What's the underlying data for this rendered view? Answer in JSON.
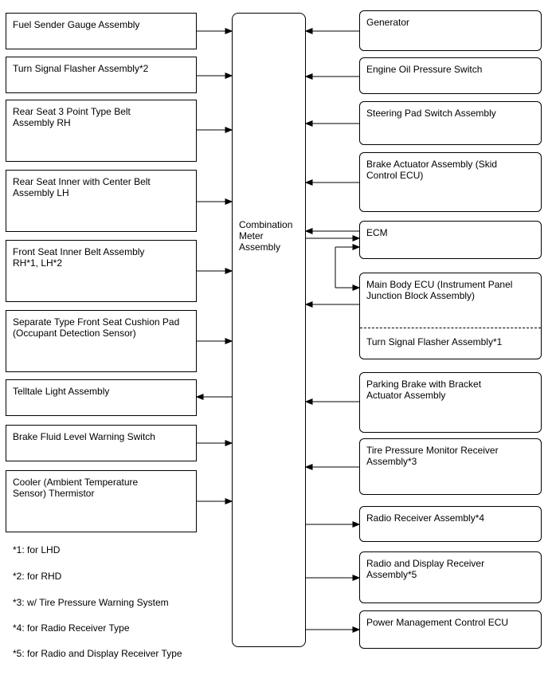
{
  "center_label": "Combination Meter Assembly",
  "left_components": [
    {
      "id": "fuel-sender",
      "label": "Fuel Sender Gauge Assembly",
      "direction": "to-meter"
    },
    {
      "id": "turn-signal-flasher-2",
      "label": "Turn Signal Flasher Assembly*2",
      "direction": "to-meter"
    },
    {
      "id": "rear-seat-3pt-belt-rh",
      "label": "Rear Seat 3 Point Type Belt Assembly RH",
      "direction": "to-meter"
    },
    {
      "id": "rear-seat-inner-belt-lh",
      "label": "Rear Seat Inner with Center Belt Assembly LH",
      "direction": "to-meter"
    },
    {
      "id": "front-seat-inner-belt",
      "label": "Front Seat Inner Belt Assembly RH*1, LH*2",
      "direction": "to-meter"
    },
    {
      "id": "front-seat-cushion-pad",
      "label": "Separate Type Front Seat Cushion Pad (Occupant Detection Sensor)",
      "direction": "to-meter"
    },
    {
      "id": "telltale-light",
      "label": "Telltale Light Assembly",
      "direction": "from-meter"
    },
    {
      "id": "brake-fluid-switch",
      "label": "Brake Fluid Level Warning Switch",
      "direction": "to-meter"
    },
    {
      "id": "cooler-thermistor",
      "label": "Cooler (Ambient Temperature Sensor) Thermistor",
      "direction": "to-meter"
    }
  ],
  "right_components": [
    {
      "id": "generator",
      "label": "Generator",
      "direction": "to-meter"
    },
    {
      "id": "engine-oil-pressure-switch",
      "label": "Engine Oil Pressure Switch",
      "direction": "to-meter"
    },
    {
      "id": "steering-pad-switch",
      "label": "Steering Pad Switch Assembly",
      "direction": "to-meter"
    },
    {
      "id": "brake-actuator",
      "label": "Brake Actuator Assembly (Skid Control ECU)",
      "direction": "to-meter"
    },
    {
      "id": "ecm",
      "label": "ECM",
      "direction": "bidirectional"
    },
    {
      "id": "main-body-ecu",
      "label": "Main Body ECU (Instrument Panel Junction Block Assembly)",
      "sub_label": "Turn Signal Flasher Assembly*1",
      "direction": "to-meter"
    },
    {
      "id": "parking-brake",
      "label": "Parking Brake with Bracket Actuator Assembly",
      "direction": "to-meter"
    },
    {
      "id": "tire-pressure-receiver",
      "label": "Tire Pressure Monitor Receiver Assembly*3",
      "direction": "to-meter"
    },
    {
      "id": "radio-receiver",
      "label": "Radio Receiver Assembly*4",
      "direction": "from-meter"
    },
    {
      "id": "radio-display-receiver",
      "label": "Radio and Display Receiver Assembly*5",
      "direction": "from-meter"
    },
    {
      "id": "power-management-ecu",
      "label": "Power Management Control ECU",
      "direction": "from-meter"
    }
  ],
  "connections_extra": [
    {
      "from": "ecm",
      "to": "main-body-ecu",
      "type": "bidirectional"
    }
  ],
  "notes": [
    "*1: for LHD",
    "*2: for RHD",
    "*3: w/ Tire Pressure Warning System",
    "*4: for Radio Receiver Type",
    "*5: for Radio and Display Receiver Type"
  ]
}
